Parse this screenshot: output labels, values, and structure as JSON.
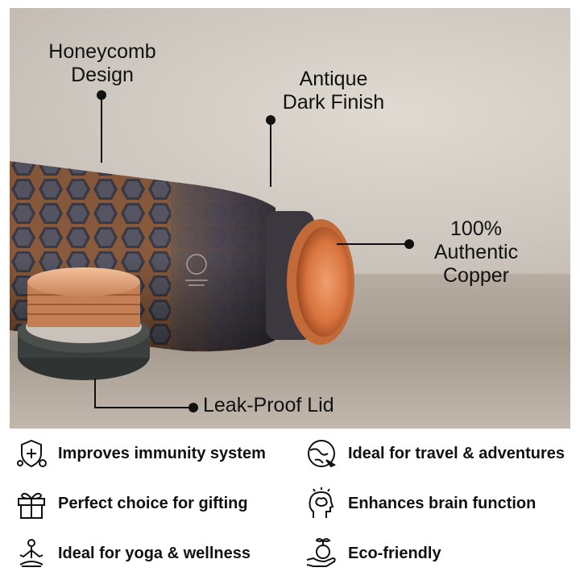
{
  "callouts": {
    "honeycomb": [
      "Honeycomb",
      "Design"
    ],
    "antique": [
      "Antique",
      "Dark Finish"
    ],
    "copper": [
      "100%",
      "Authentic",
      "Copper"
    ],
    "lid": "Leak-Proof Lid"
  },
  "features": [
    {
      "icon": "immunity-shield-icon",
      "text": "Improves immunity system"
    },
    {
      "icon": "globe-travel-icon",
      "text": "Ideal for travel &  adventures"
    },
    {
      "icon": "gift-box-icon",
      "text": "Perfect choice for gifting"
    },
    {
      "icon": "brain-head-icon",
      "text": "Enhances brain function"
    },
    {
      "icon": "yoga-pose-icon",
      "text": "Ideal for yoga & wellness"
    },
    {
      "icon": "plant-hand-icon",
      "text": "Eco-friendly"
    }
  ]
}
